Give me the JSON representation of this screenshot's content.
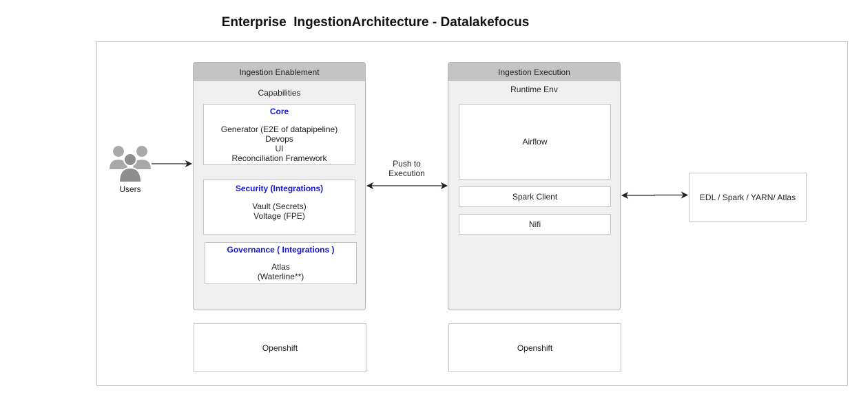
{
  "title": "Enterprise  IngestionArchitecture - Datalakefocus",
  "users_label": "Users",
  "enablement": {
    "header": "Ingestion Enablement",
    "subheader": "Capabilities",
    "core": {
      "title": "Core",
      "lines": [
        "Generator (E2E of datapipeline)",
        "Devops",
        "UI",
        "Reconciliation Framework"
      ]
    },
    "security": {
      "title": "Security (Integrations)",
      "lines": [
        "Vault (Secrets)",
        "Voltage (FPE)"
      ]
    },
    "governance": {
      "title": "Governance ( Integrations )",
      "lines": [
        "Atlas",
        "(Waterline**)"
      ]
    },
    "platform": "Openshift"
  },
  "push_label": [
    "Push to",
    "Execution"
  ],
  "execution": {
    "header": "Ingestion Execution",
    "subheader": "Runtime Env",
    "airflow": "Airflow",
    "spark_client": "Spark Client",
    "nifi": "Nifi",
    "platform": "Openshift"
  },
  "edl": "EDL /  Spark / YARN/ Atlas",
  "colors": {
    "accent_title": "#1515d6",
    "panel_header": "#c4c4c4",
    "panel_body": "#f0f0f0"
  },
  "icons": {
    "users": "users-group-icon"
  }
}
